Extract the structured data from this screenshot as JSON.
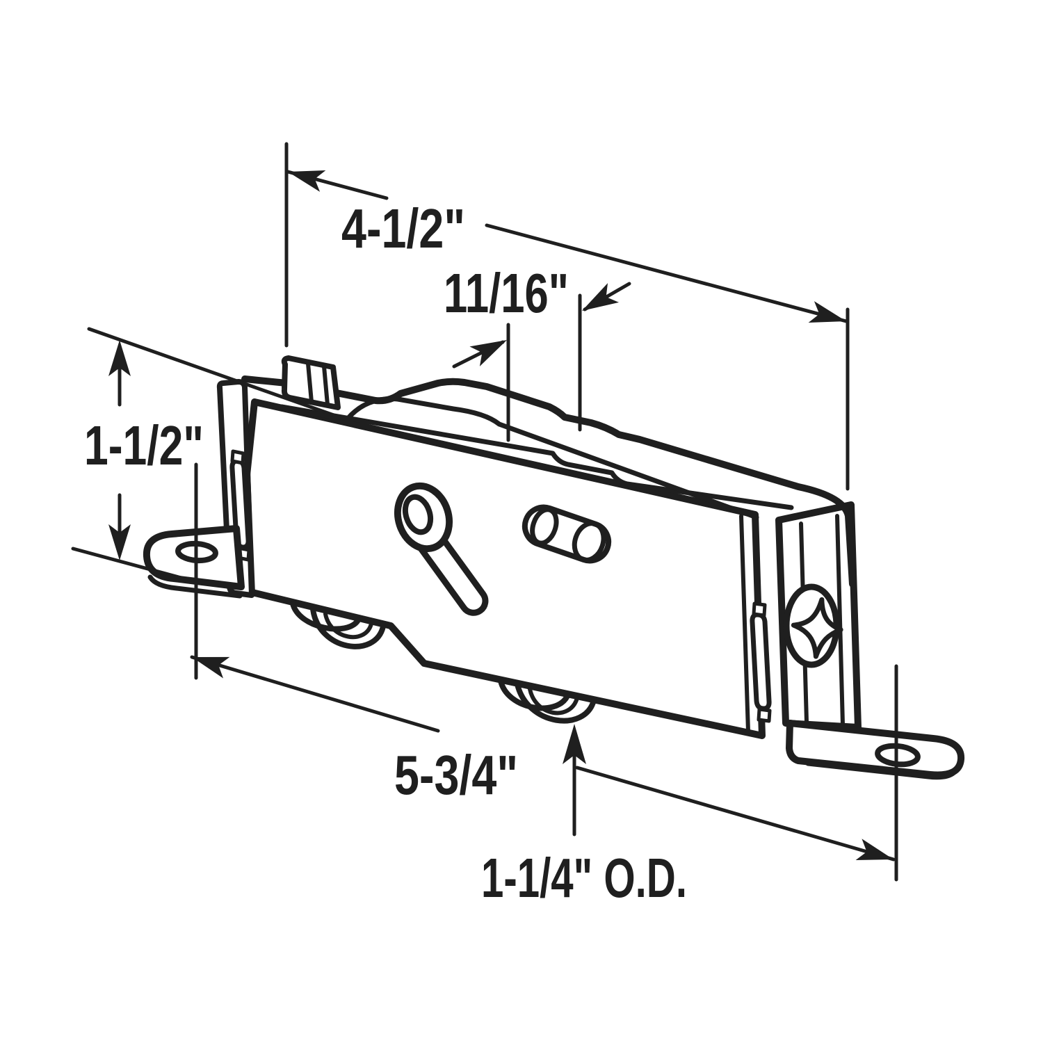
{
  "page": {
    "background": "#ffffff",
    "ink": "#1f1f1f"
  },
  "figure": {
    "kind": "technical-dimension-drawing",
    "labels": {
      "dim_top": "4-1/2\"",
      "dim_offset": "11/16\"",
      "dim_height": "1-1/2\"",
      "dim_base": "5-3/4\"",
      "dim_roller": "1-1/4\" O.D."
    }
  }
}
